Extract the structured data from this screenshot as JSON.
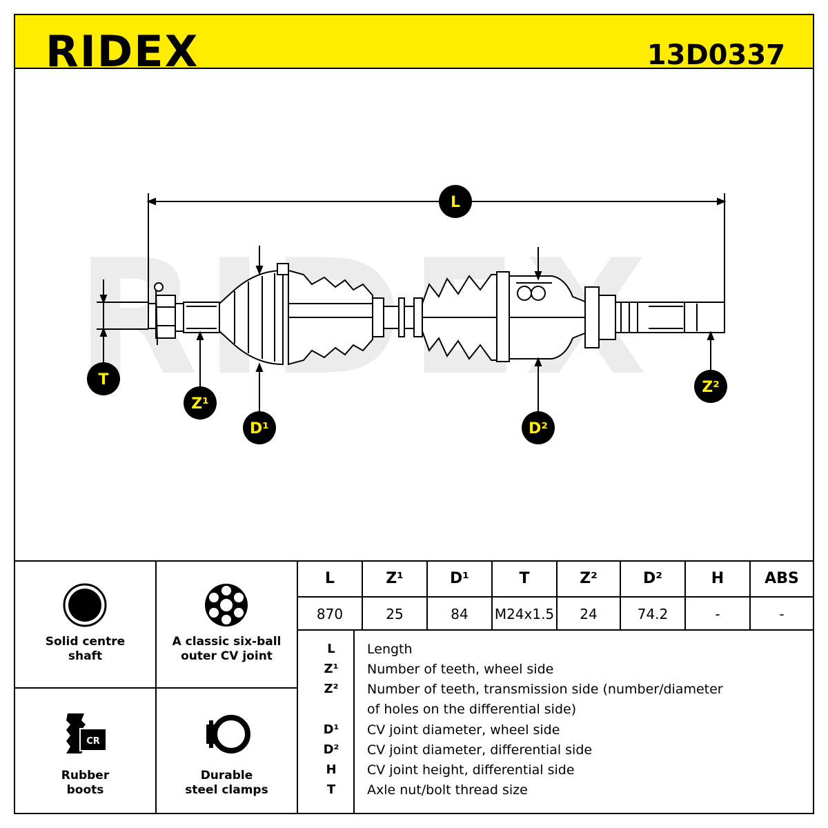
{
  "header": {
    "brand": "RIDEX",
    "part_number": "13D0337"
  },
  "diagram": {
    "labels": {
      "L": "L",
      "T": "T",
      "Z1": "Z¹",
      "D1": "D¹",
      "D2": "D²",
      "Z2": "Z²"
    },
    "watermark": "RIDEX"
  },
  "features": [
    {
      "label_line1": "Solid centre",
      "label_line2": "shaft",
      "icon": "solid-shaft-icon"
    },
    {
      "label_line1": "A classic six-ball",
      "label_line2": "outer CV joint",
      "icon": "six-ball-joint-icon"
    },
    {
      "label_line1": "Rubber",
      "label_line2": "boots",
      "icon": "rubber-boot-icon",
      "badge": "CR"
    },
    {
      "label_line1": "Durable",
      "label_line2": "steel clamps",
      "icon": "steel-clamp-icon"
    }
  ],
  "specs": {
    "headers": [
      "L",
      "Z¹",
      "D¹",
      "T",
      "Z²",
      "D²",
      "H",
      "ABS"
    ],
    "values": [
      "870",
      "25",
      "84",
      "M24x1.5",
      "24",
      "74.2",
      "-",
      "-"
    ]
  },
  "legend": [
    {
      "key": "L",
      "text": "Length"
    },
    {
      "key": "Z¹",
      "text": "Number of teeth, wheel side"
    },
    {
      "key": "Z²",
      "text": "Number of teeth, transmission side (number/diameter"
    },
    {
      "key": "",
      "text": "of holes on the differential side)"
    },
    {
      "key": "D¹",
      "text": "CV joint diameter, wheel side"
    },
    {
      "key": "D²",
      "text": "CV joint diameter, differential side"
    },
    {
      "key": "H",
      "text": "CV joint height, differential side"
    },
    {
      "key": "T",
      "text": "Axle nut/bolt thread size"
    }
  ],
  "colors": {
    "accent": "#ffed00",
    "ink": "#000000",
    "watermark": "#ececec"
  }
}
